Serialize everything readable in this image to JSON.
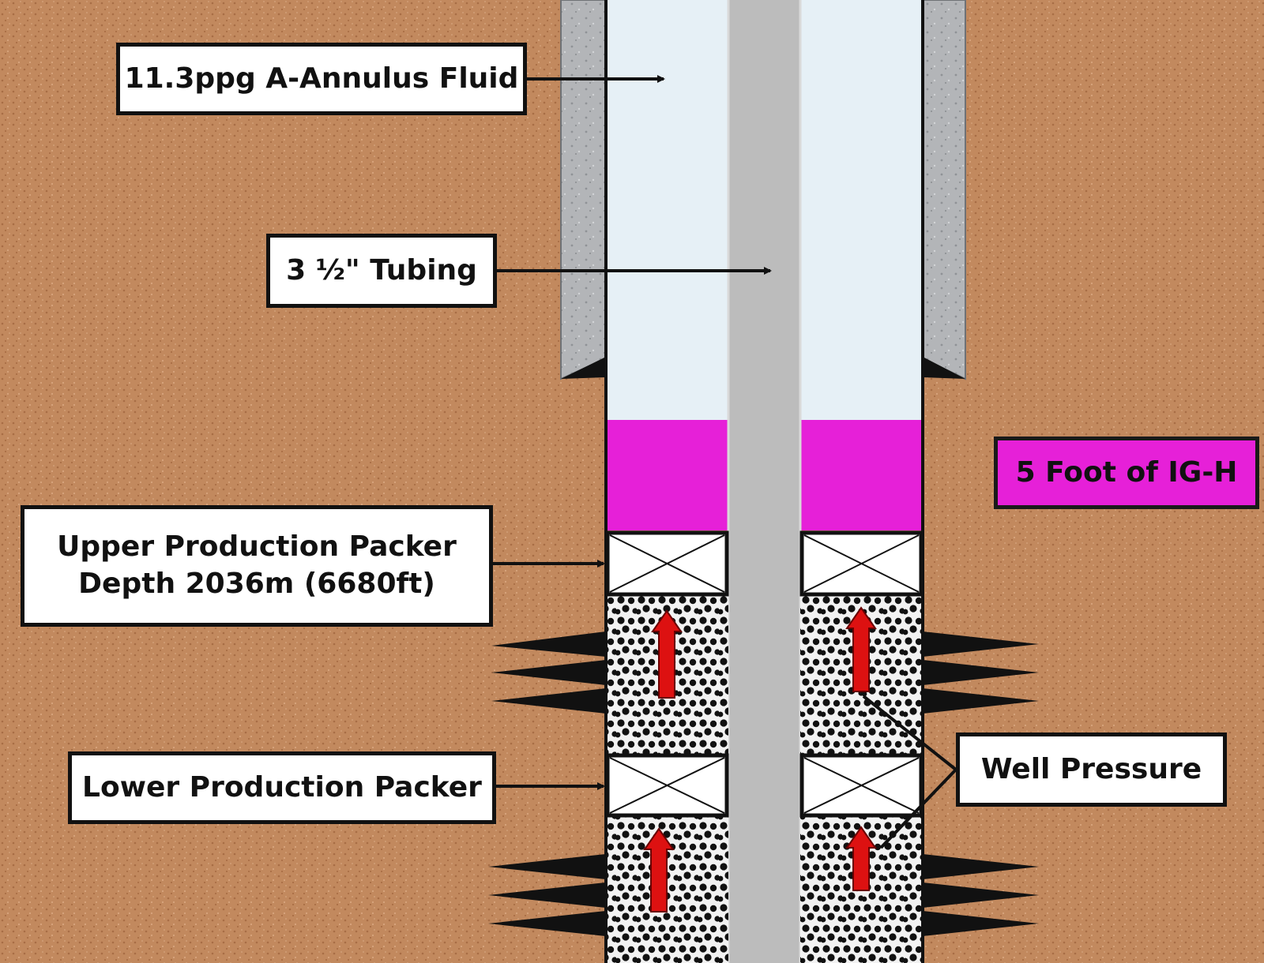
{
  "labels": {
    "annulus_fluid": "11.3ppg A-Annulus Fluid",
    "tubing": "3 ½\" Tubing",
    "upper_packer_line1": "Upper Production Packer",
    "upper_packer_line2": "Depth 2036m (6680ft)",
    "lower_packer": "Lower Production Packer",
    "well_pressure": "Well Pressure",
    "igh": "5 Foot of IG-H"
  },
  "colors": {
    "formation": "#c2895e",
    "casing_cement": "#b3b5b8",
    "annulus_fluid": "#e6f0f6",
    "tubing": "#bcbcbc",
    "igh_fluid": "#e620d8",
    "pressure_arrow": "#dd1111",
    "gravel": "#f2f2f2",
    "outline": "#111111"
  },
  "icons": [
    "pressure-up-arrow-icon",
    "packer-x-icon",
    "perforation-spike-icon"
  ]
}
